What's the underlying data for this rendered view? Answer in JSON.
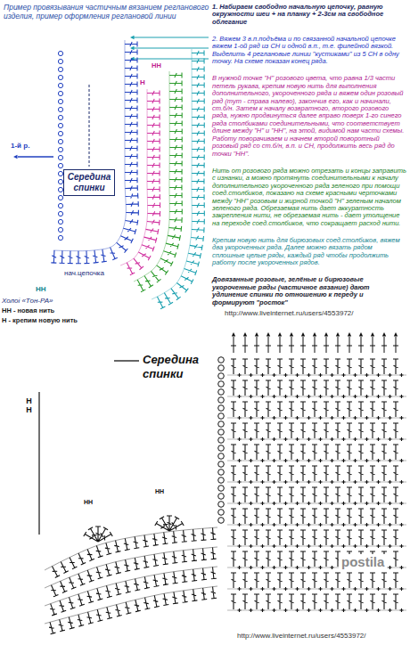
{
  "diagram": {
    "title": "Пример провязывания частичным вязанием регланового изделия, пример оформления реглановой линии",
    "nodes": [
      {
        "text": [
          "Середина спинки"
        ]
      }
    ],
    "labels": [
      "1. Набираем свободно начальную цепочку, равную окружности шеи + на планку + 2-3см на свободное облегание",
      "2. Вяжем 3 в.п.подъёма и по связанной начальной цепочке вяжем 1-ой ряд из СН и одной в.п., т.е. филейной вязкой. Выделить 4 реглановые линии \"кустиками\" из 5 СН в одну точку. На схеме показан конец ряда.",
      "В нужной точке \"Н\" розового цвета, что равна 1/3 части петель рукава, крепим новую нить для выполнения дополнительного, укороченного ряда и вяжем один розовый ряд (тут - справа налево), закончив его, как и начинали, ст.б/н. Затем к началу возвратного, второго розового ряда, нужно продвинуться далее вправо поверх 1-го синего ряда столбиками соединительными, что соответствует длине между \"Н\" и \"НН\", на этой, видимой нам части схемы. Работу поворачиваем и начнем второй поворотный розовый ряд со ст.б/н, в.п. и СН, продолжить весь ряд до точки \"НН\".",
      "Нить от розового ряда можно отрезать и концы заправить с изнанки, а можно протянуть соединительными к началу дополнительного укороченного ряда зеленого при помощи соед.столбиков, показано на схеме красными черточками между \"НН\" розовым и жирной точкой \"Н\" зеленым началом зеленого ряда. Обрезаемая нить дает аккуратность закрепления нити, не обрезаемая нить - дает утолщение на переходе соед.столбиков, что сокращает расход нити.",
      "Крепим новую нить для бирюзовых соед.столбиков, вяжем два укороченных ряда. Далее можно вязать рядом сплошные целые ряды, каждый ряд чтобы продолжить работу после укороченных рядов.",
      "Довязанные розовые, зелёные и бирюзовые укороченные ряды (частичное вязание) дают удлинение спинки по отношению к переду и формируют \"росток\"",
      "1-й р.",
      "Н",
      "НН",
      "нач.цепочка",
      "НН",
      "Холоі «Тон-РА»",
      "НН - новая нить",
      "Н - крепим новую нить",
      "http://www.liveinternet.ru/users/4553972/",
      "Середина спинки",
      "НН",
      "НН",
      "НН",
      "http://www.liveinternet.ru/users/4553972/",
      "postila"
    ]
  }
}
